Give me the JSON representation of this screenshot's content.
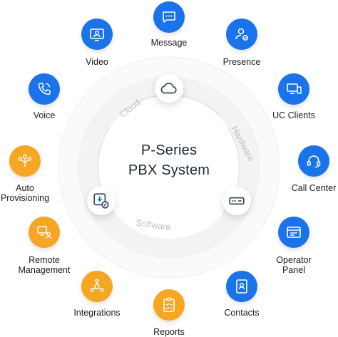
{
  "center": {
    "title_line1": "P-Series",
    "title_line2": "PBX System"
  },
  "ring": {
    "cloud": "Cloud",
    "hardware": "Hardware",
    "software": "Software"
  },
  "features": {
    "message": "Message",
    "presence": "Presence",
    "uc_clients": "UC Clients",
    "call_center": "Call Center",
    "operator_panel_1": "Operator",
    "operator_panel_2": "Panel",
    "contacts": "Contacts",
    "reports": "Reports",
    "integrations": "Integrations",
    "remote_management_1": "Remote",
    "remote_management_2": "Management",
    "auto_provisioning_1": "Auto",
    "auto_provisioning_2": "Provisioning",
    "voice": "Voice",
    "video": "Video"
  },
  "colors": {
    "blue": "#1a73e8",
    "orange": "#f5a623",
    "ring": "#f3f4f6"
  }
}
